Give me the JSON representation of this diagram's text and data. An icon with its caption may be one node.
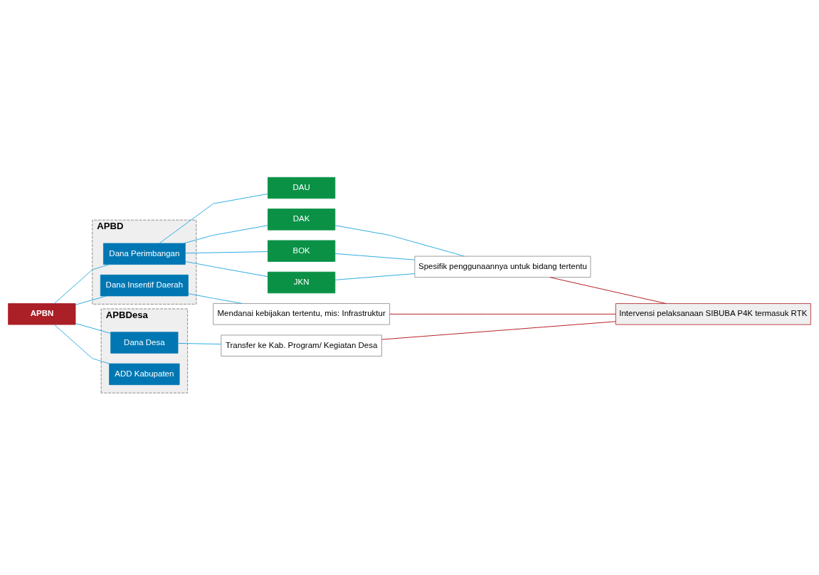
{
  "diagram": {
    "nodes": [
      {
        "text": [
          "APBN"
        ]
      },
      {
        "text": [
          "APBD"
        ]
      },
      {
        "text": [
          "Dana Perimbangan"
        ],
        "in": 1
      },
      {
        "text": [
          "Dana Insentif Daerah"
        ],
        "in": 1
      },
      {
        "text": [
          "APBDesa"
        ]
      },
      {
        "text": [
          "Dana Desa"
        ],
        "in": 4
      },
      {
        "text": [
          "ADD Kabupaten"
        ],
        "in": 4
      },
      {
        "text": [
          "DAU"
        ]
      },
      {
        "text": [
          "DAK"
        ]
      },
      {
        "text": [
          "BOK"
        ]
      },
      {
        "text": [
          "JKN"
        ]
      },
      {
        "text": [
          "Spesifik penggunaannya untuk bidang tertentu"
        ]
      },
      {
        "text": [
          "Mendanai kebijakan tertentu, mis: Infrastruktur"
        ]
      },
      {
        "text": [
          "Transfer ke Kab. Program/ Kegiatan Desa"
        ]
      },
      {
        "text": [
          "Intervensi pelaksanaan SIBUBA P4K termasuk RTK"
        ]
      }
    ],
    "edges": [
      {
        "from": 0,
        "to": 2,
        "arrow": "none"
      },
      {
        "from": 0,
        "to": 3,
        "arrow": "none"
      },
      {
        "from": 0,
        "to": 5,
        "arrow": "none"
      },
      {
        "from": 0,
        "to": 6,
        "arrow": "none"
      },
      {
        "from": 2,
        "to": 7,
        "arrow": "none"
      },
      {
        "from": 2,
        "to": 8,
        "arrow": "none"
      },
      {
        "from": 2,
        "to": 9,
        "arrow": "none"
      },
      {
        "from": 2,
        "to": 10,
        "arrow": "none"
      },
      {
        "from": 8,
        "to": 11,
        "arrow": "none"
      },
      {
        "from": 9,
        "to": 11,
        "arrow": "none"
      },
      {
        "from": 10,
        "to": 11,
        "arrow": "none"
      },
      {
        "from": 3,
        "to": 12,
        "arrow": "none"
      },
      {
        "from": 5,
        "to": 13,
        "arrow": "none"
      },
      {
        "from": 11,
        "to": 14,
        "arrow": "none",
        "color": "#b31f24"
      },
      {
        "from": 12,
        "to": 14,
        "arrow": "none",
        "color": "#b31f24"
      },
      {
        "from": 13,
        "to": 14,
        "arrow": "none",
        "color": "#b31f24"
      }
    ]
  }
}
